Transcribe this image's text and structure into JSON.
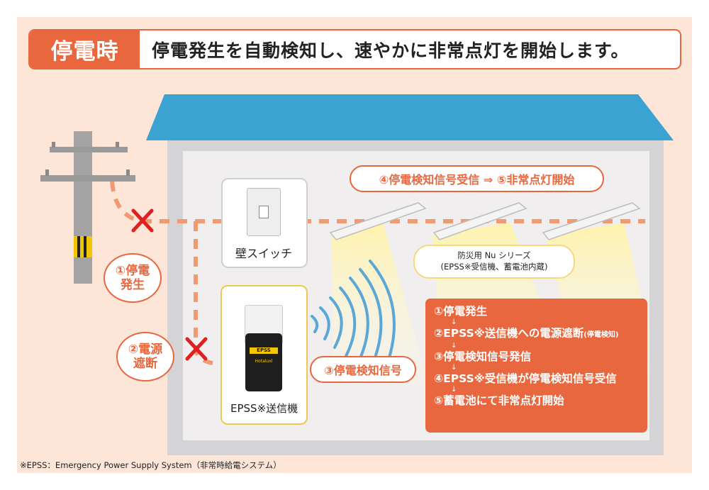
{
  "header": {
    "tag": "停電時",
    "text": "停電発生を自動検知し、速やかに非常点灯を開始します。"
  },
  "labels": {
    "outage": [
      "①停電",
      "発生"
    ],
    "cutoff": [
      "②電源",
      "遮断"
    ],
    "switch": "壁スイッチ",
    "transmitter": "EPSS※送信機",
    "signal": "③停電検知信号",
    "receive": "④停電検知信号受信 ⇒ ⑤非常点灯開始",
    "series": [
      "防災用 Nu シリーズ",
      "(EPSS※受信機、蓄電池内蔵)"
    ],
    "device_brand": "EPSS",
    "device_sub": "Hotaluxl"
  },
  "steps": [
    {
      "text": "①停電発生",
      "note": ""
    },
    {
      "text": "②EPSS※送信機への電源遮断",
      "note": "(停電検知)"
    },
    {
      "text": "③停電検知信号発信",
      "note": ""
    },
    {
      "text": "④EPSS※受信機が停電検知信号受信",
      "note": ""
    },
    {
      "text": "⑤蓄電池にて非常点灯開始",
      "note": ""
    }
  ],
  "step_arrow": "↓",
  "footnote": "※EPSS：Emergency Power Supply System（非常時給電システム）",
  "colors": {
    "accent": "#e8673f",
    "roof": "#3aa3d1",
    "wall": "#d4d4d6",
    "room": "#f0eeee",
    "background": "#fde5d8",
    "cross": "#e02020",
    "wave": "#5aa7d8",
    "pole": "#9e9e9e",
    "light_glow": "#fff6c0"
  }
}
